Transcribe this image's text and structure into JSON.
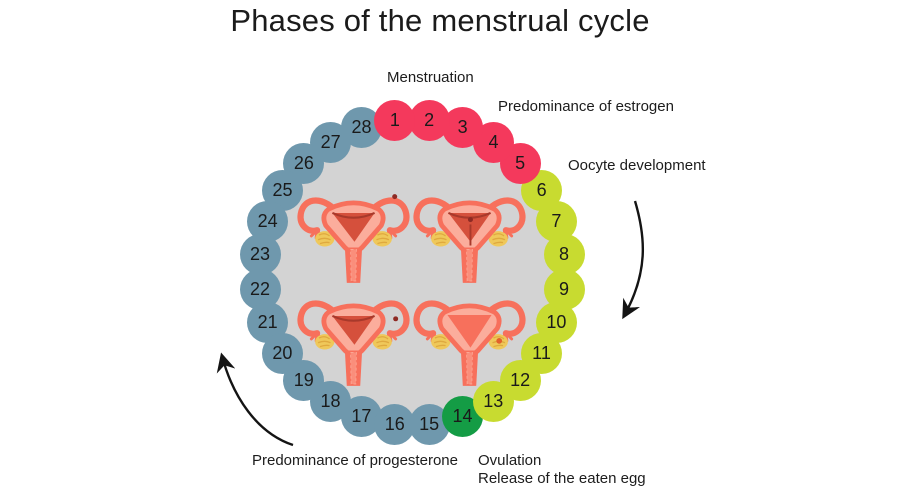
{
  "title": "Phases of the menstrual cycle",
  "labels": {
    "menstruation": "Menstruation",
    "estrogen": "Predominance of estrogen",
    "oocyte": "Oocyte development",
    "progesterone": "Predominance of progesterone",
    "ovulation": "Ovulation",
    "ovulation_sub": "Release of the eaten egg"
  },
  "cycle": {
    "total_days": 28,
    "day_numbers": [
      1,
      2,
      3,
      4,
      5,
      6,
      7,
      8,
      9,
      10,
      11,
      12,
      13,
      14,
      15,
      16,
      17,
      18,
      19,
      20,
      21,
      22,
      23,
      24,
      25,
      26,
      27,
      28
    ],
    "phases": [
      {
        "name": "menstruation",
        "label": "Menstruation",
        "color": "#f4395c",
        "day_start": 1,
        "day_end": 5
      },
      {
        "name": "follicular-oocyte-development",
        "label": "Oocyte development",
        "color": "#c8db30",
        "day_start": 6,
        "day_end": 13
      },
      {
        "name": "ovulation",
        "label": "Ovulation",
        "color": "#149c45",
        "day_start": 14,
        "day_end": 14
      },
      {
        "name": "luteal-progesterone",
        "label": "Predominance of progesterone",
        "color": "#6f98ad",
        "day_start": 15,
        "day_end": 28
      }
    ]
  },
  "icons": {
    "right_arrow": "curved-arrow-pointing-down",
    "left_arrow": "curved-arrow-pointing-up-left",
    "illustration": "uterus"
  },
  "colors": {
    "background": "#ffffff",
    "inner_circle": "#d3d3d3",
    "text": "#1c1c1c",
    "day_number_text": "#1a1a1a",
    "arrow": "#141414",
    "uterus_coral": "#f7705c",
    "uterus_pink": "#fbad9c",
    "uterus_cavity_dark": "#d5503c",
    "ovary_yellow": "#efc85a"
  }
}
